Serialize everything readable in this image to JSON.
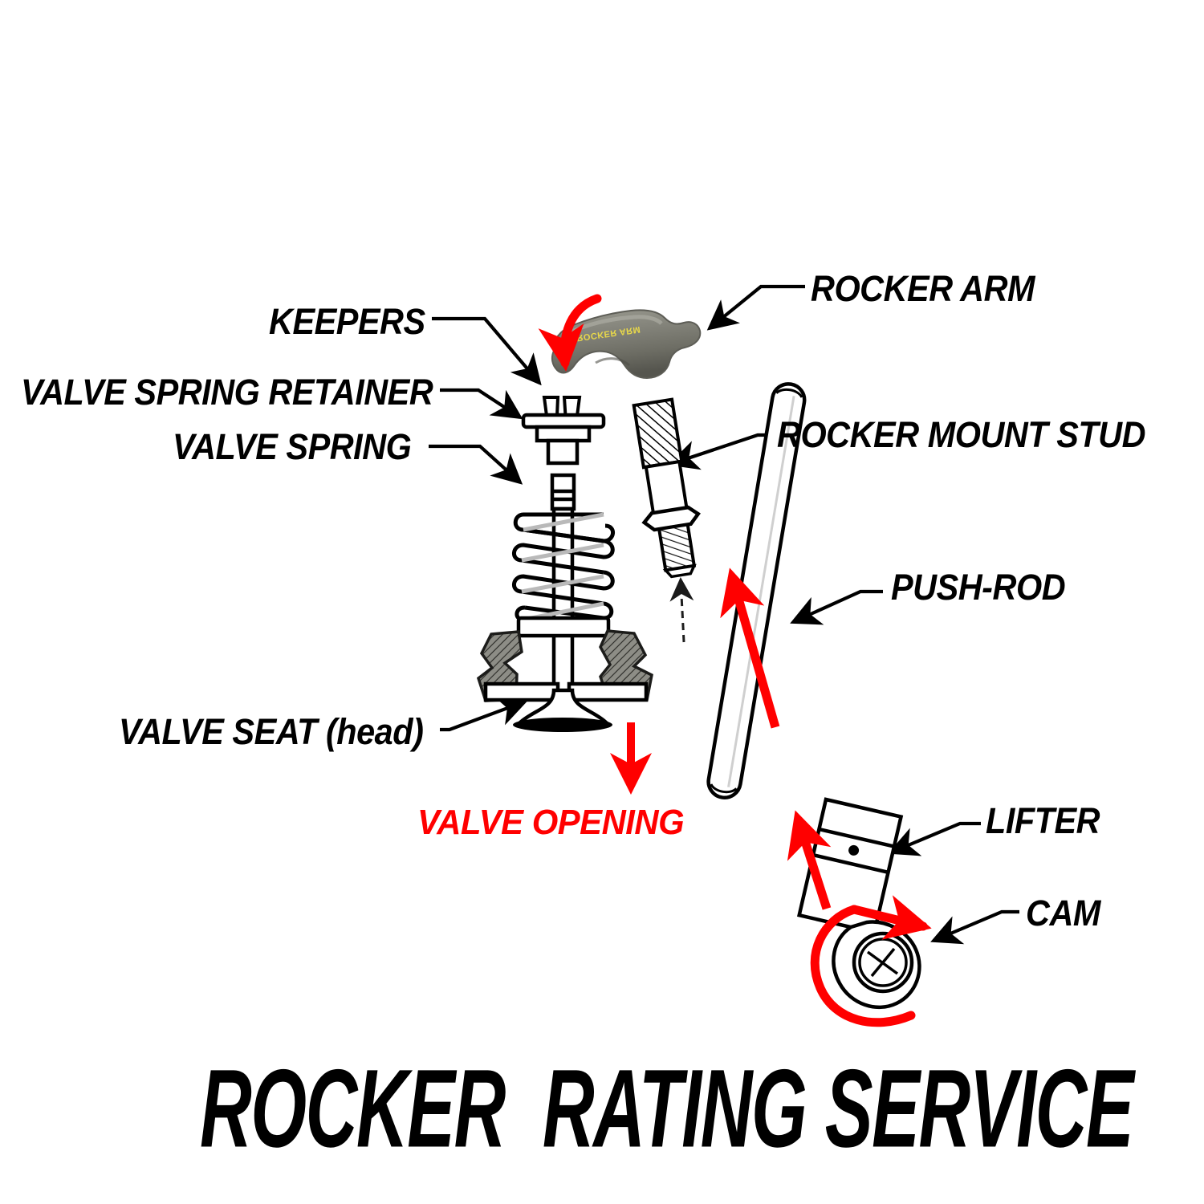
{
  "document": {
    "kind": "technical-illustration",
    "subject": "Engine valvetrain exploded diagram",
    "background_color": "#FFFFFF",
    "ink_color": "#000000",
    "accent_color": "#FF0000",
    "metal_color": "#7E7E72"
  },
  "title": {
    "text": "ROCKER  RATING SERVICE"
  },
  "labels": {
    "keepers": "KEEPERS",
    "valve_spring_retainer": "VALVE SPRING RETAINER",
    "valve_spring": "VALVE SPRING",
    "valve_seat": "VALVE SEAT (head)",
    "rocker_arm": "ROCKER ARM",
    "rocker_mount_stud": "ROCKER MOUNT STUD",
    "push_rod": "PUSH-ROD",
    "lifter": "LIFTER",
    "cam": "CAM",
    "valve_opening": "VALVE OPENING"
  },
  "annotations": {
    "rocker_stamp_text": "ROCKER ARM",
    "motion_arrows": [
      {
        "name": "rocker-arm-rotation",
        "color": "#FF0000",
        "direction": "curved-down-left"
      },
      {
        "name": "valve-opening-direction",
        "color": "#FF0000",
        "direction": "down"
      },
      {
        "name": "push-rod-lift",
        "color": "#FF0000",
        "direction": "up"
      },
      {
        "name": "lifter-lift",
        "color": "#FF0000",
        "direction": "up"
      },
      {
        "name": "cam-rotation",
        "color": "#FF0000",
        "direction": "clockwise"
      },
      {
        "name": "stud-insert",
        "color": "#000000",
        "direction": "up"
      }
    ]
  },
  "parts": [
    {
      "name": "keepers",
      "type": "pair-of-wedges"
    },
    {
      "name": "valve-spring-retainer",
      "type": "disc-and-collar"
    },
    {
      "name": "valve-spring",
      "type": "coil-spring",
      "coils": 5
    },
    {
      "name": "valve",
      "type": "poppet-valve"
    },
    {
      "name": "valve-seat",
      "type": "hatched-head-section"
    },
    {
      "name": "rocker-arm",
      "type": "photo-object"
    },
    {
      "name": "rocker-mount-stud",
      "type": "knurled-threaded-stud"
    },
    {
      "name": "push-rod",
      "type": "slender-tube"
    },
    {
      "name": "lifter",
      "type": "cylindrical-tappet"
    },
    {
      "name": "cam",
      "type": "cam-lobe"
    }
  ]
}
